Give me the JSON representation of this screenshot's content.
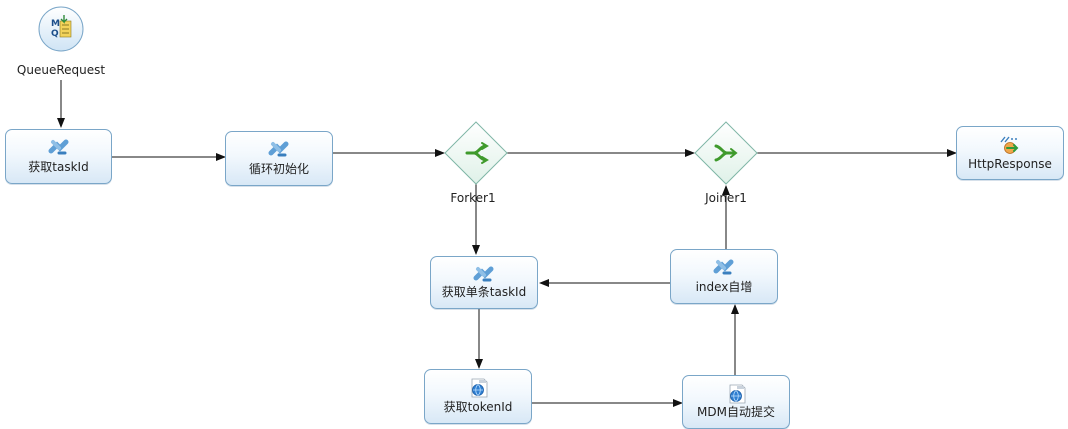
{
  "diagram": {
    "start": {
      "label": "QueueRequest",
      "icon": "mq-queue-icon"
    },
    "nodes": [
      {
        "id": "get-taskid",
        "label": "获取taskId",
        "icon": "component-icon"
      },
      {
        "id": "loop-init",
        "label": "循环初始化",
        "icon": "component-icon"
      },
      {
        "id": "get-single-taskid",
        "label": "获取单条taskId",
        "icon": "component-icon"
      },
      {
        "id": "index-inc",
        "label": "index自增",
        "icon": "component-icon"
      },
      {
        "id": "get-tokenid",
        "label": "获取tokenId",
        "icon": "http-globe-icon"
      },
      {
        "id": "mdm-submit",
        "label": "MDM自动提交",
        "icon": "http-globe-icon"
      },
      {
        "id": "http-response",
        "label": "HttpResponse",
        "icon": "http-response-icon"
      }
    ],
    "gateways": [
      {
        "id": "forker1",
        "label": "Forker1",
        "icon": "fork-icon"
      },
      {
        "id": "joiner1",
        "label": "Joiner1",
        "icon": "join-icon"
      }
    ],
    "colors": {
      "border": "#7aa6c8",
      "gateway_fill": "#e9f6ee",
      "gateway_border": "#7fb6a6",
      "arrow": "#111111"
    }
  }
}
